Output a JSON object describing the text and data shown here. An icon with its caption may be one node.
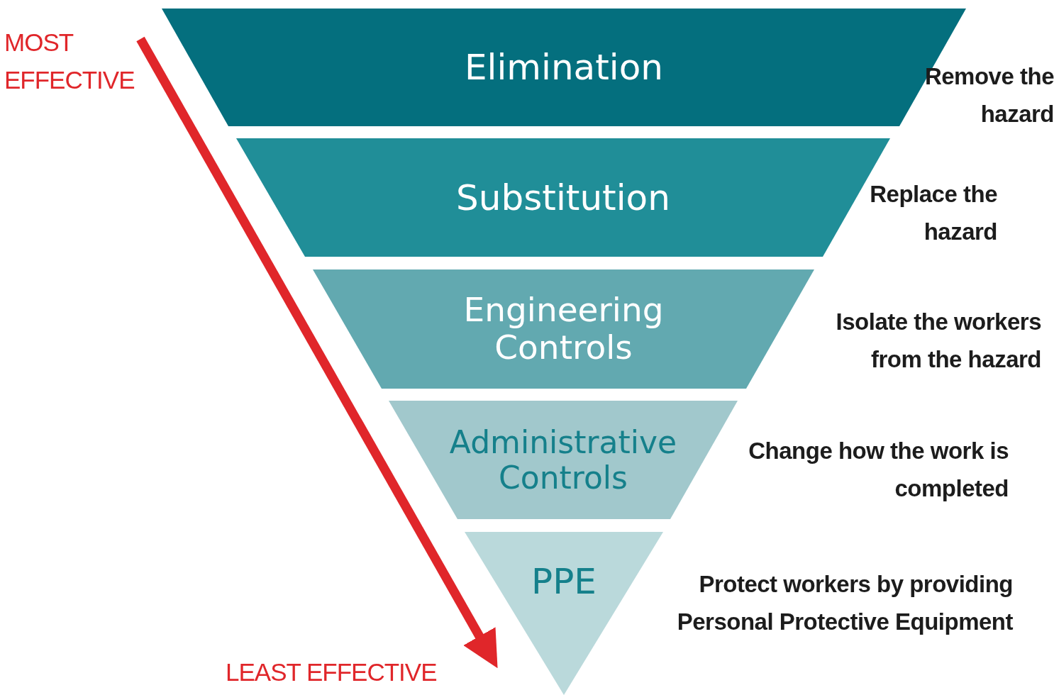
{
  "diagram": {
    "nodes": [
      {
        "text": [
          "Elimination"
        ],
        "beside": [
          "Remove the hazard"
        ]
      },
      {
        "text": [
          "Substitution"
        ],
        "beside": [
          "Replace the hazard"
        ]
      },
      {
        "text": [
          "Engineering Controls"
        ],
        "beside": [
          "Isolate the workers from the hazard"
        ]
      },
      {
        "text": [
          "Administrative Controls"
        ],
        "beside": [
          "Change how the work is completed"
        ]
      },
      {
        "text": [
          "PPE"
        ],
        "beside": [
          "Protect workers by providing Personal Protective Equipment"
        ]
      }
    ],
    "labels": [
      "MOST EFFECTIVE",
      "LEAST EFFECTIVE"
    ]
  }
}
